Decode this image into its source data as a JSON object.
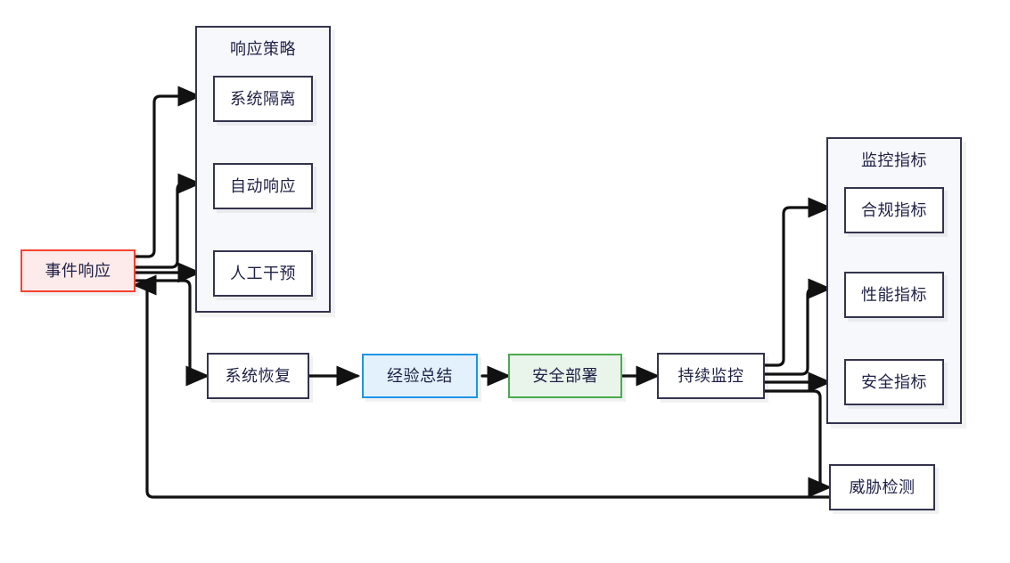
{
  "diagram": {
    "type": "flowchart",
    "title": "",
    "background": "#ffffff",
    "colors": {
      "default_border": "#33344d",
      "default_fill": "#ffffff",
      "text": "#1f2147",
      "cluster_fill": "#f7f8fb",
      "edge": "#111111",
      "accent_red_border": "#f4432f",
      "accent_red_fill": "#fdeaea",
      "accent_blue_border": "#1e95e8",
      "accent_blue_fill": "#e2f1fb",
      "accent_green_border": "#4aab4f",
      "accent_green_fill": "#e9f5ea"
    },
    "clusters": [
      {
        "id": "cluster_strategy",
        "title": "响应策略"
      },
      {
        "id": "cluster_metrics",
        "title": "监控指标"
      }
    ],
    "nodes": [
      {
        "id": "incident",
        "label": "事件响应",
        "style": "accent-red"
      },
      {
        "id": "isolate",
        "label": "系统隔离",
        "style": "default"
      },
      {
        "id": "auto",
        "label": "自动响应",
        "style": "default"
      },
      {
        "id": "manual",
        "label": "人工干预",
        "style": "default"
      },
      {
        "id": "recover",
        "label": "系统恢复",
        "style": "default"
      },
      {
        "id": "lessons",
        "label": "经验总结",
        "style": "accent-blue"
      },
      {
        "id": "deploy",
        "label": "安全部署",
        "style": "accent-green"
      },
      {
        "id": "monitor",
        "label": "持续监控",
        "style": "default"
      },
      {
        "id": "compliance",
        "label": "合规指标",
        "style": "default"
      },
      {
        "id": "performance",
        "label": "性能指标",
        "style": "default"
      },
      {
        "id": "security",
        "label": "安全指标",
        "style": "default"
      },
      {
        "id": "threat",
        "label": "威胁检测",
        "style": "default"
      }
    ],
    "edges": [
      {
        "from": "incident",
        "to": "isolate",
        "label": ""
      },
      {
        "from": "incident",
        "to": "auto",
        "label": ""
      },
      {
        "from": "incident",
        "to": "manual",
        "label": ""
      },
      {
        "from": "incident",
        "to": "recover",
        "label": ""
      },
      {
        "from": "recover",
        "to": "lessons",
        "label": ""
      },
      {
        "from": "lessons",
        "to": "deploy",
        "label": ""
      },
      {
        "from": "deploy",
        "to": "monitor",
        "label": ""
      },
      {
        "from": "monitor",
        "to": "compliance",
        "label": ""
      },
      {
        "from": "monitor",
        "to": "performance",
        "label": ""
      },
      {
        "from": "monitor",
        "to": "security",
        "label": ""
      },
      {
        "from": "monitor",
        "to": "threat",
        "label": ""
      },
      {
        "from": "threat",
        "to": "incident",
        "label": ""
      }
    ]
  }
}
